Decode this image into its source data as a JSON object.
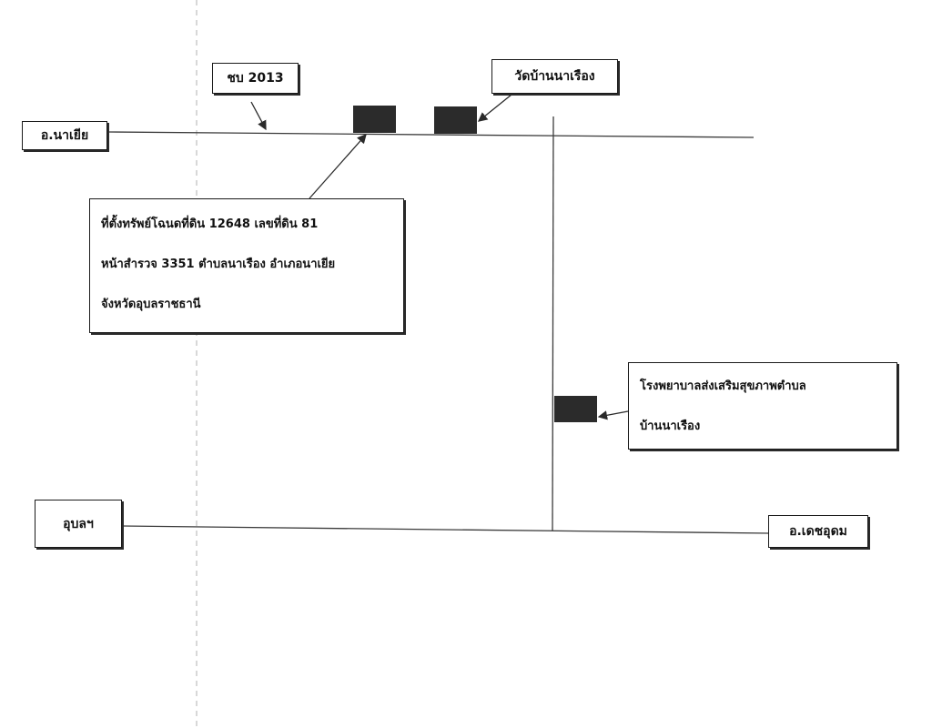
{
  "labels": {
    "na_yia": "อ.นาเยีย",
    "road_code": "ชบ 2013",
    "temple": "วัดบ้านนาเรือง",
    "ubon": "อุบลฯ",
    "det_udom": "อ.เดชอุดม"
  },
  "property_box": {
    "lines": [
      "ที่ตั้งทรัพย์โฉนดที่ดิน 12648 เลขที่ดิน 81",
      "หน้าสำรวจ 3351 ตำบลนาเรือง อำเภอนาเยีย",
      "จังหวัดอุบลราชธานี"
    ]
  },
  "hospital_box": {
    "lines": [
      "โรงพยาบาลส่งเสริมสุขภาพตำบล",
      "บ้านนาเรือง"
    ]
  },
  "colors": {
    "line": "#3a3a3a",
    "marker": "#2b2b2b"
  }
}
